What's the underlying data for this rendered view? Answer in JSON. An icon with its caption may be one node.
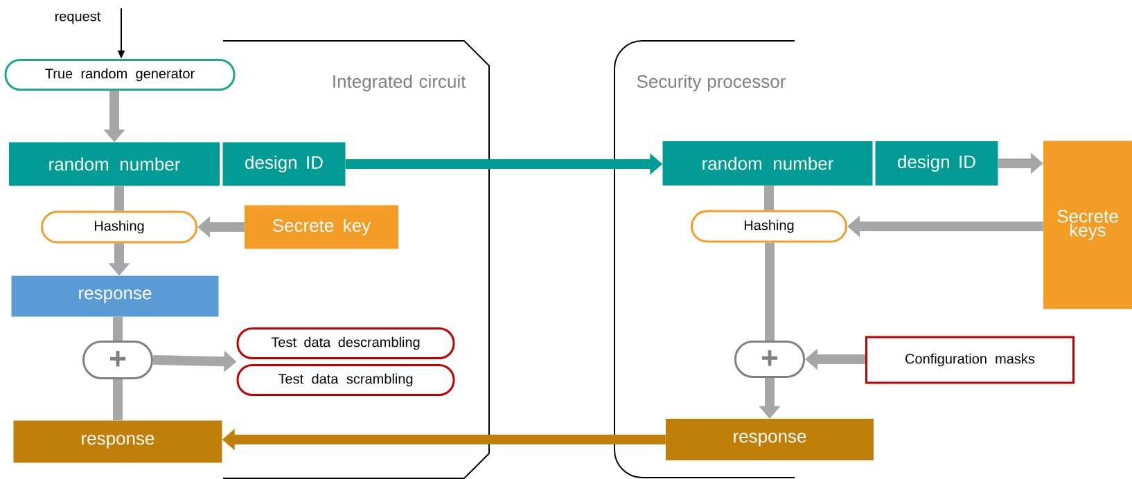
{
  "diagram": {
    "nodes": [
      {
        "text": [
          "Integrated circuit"
        ]
      },
      {
        "text": [
          "request"
        ]
      },
      {
        "text": [
          "True random generator"
        ]
      },
      {
        "text": [
          "random number"
        ]
      },
      {
        "text": [
          "design ID"
        ]
      },
      {
        "text": [
          "Hashing"
        ]
      },
      {
        "text": [
          "Secrete key"
        ]
      },
      {
        "text": [
          "response"
        ]
      },
      {
        "text": [
          "+"
        ]
      },
      {
        "text": [
          "Test data descrambling"
        ]
      },
      {
        "text": [
          "Test data scrambling"
        ]
      },
      {
        "text": [
          "response"
        ]
      },
      {
        "text": [
          "Security processor"
        ]
      },
      {
        "text": [
          "random number"
        ]
      },
      {
        "text": [
          "design ID"
        ]
      },
      {
        "text": [
          "Secrete keys"
        ]
      },
      {
        "text": [
          "Hashing"
        ]
      },
      {
        "text": [
          "+"
        ]
      },
      {
        "text": [
          "Configuration masks"
        ]
      },
      {
        "text": [
          "response"
        ]
      }
    ],
    "edges": [
      {
        "from": 1,
        "to": 2,
        "arrow": "to",
        "color": "#000000"
      },
      {
        "from": 2,
        "to": 3,
        "arrow": "to"
      },
      {
        "from": 3,
        "to": 5,
        "arrow": "none"
      },
      {
        "from": 5,
        "to": 7,
        "arrow": "to"
      },
      {
        "from": 6,
        "to": 5,
        "arrow": "to"
      },
      {
        "from": 7,
        "to": 8,
        "arrow": "none"
      },
      {
        "from": 8,
        "to": 9,
        "arrow": "to"
      },
      {
        "from": 8,
        "to": 10,
        "arrow": "to"
      },
      {
        "from": 8,
        "to": 11,
        "arrow": "none"
      },
      {
        "from": 4,
        "to": 13,
        "arrow": "to",
        "color": "#009b95"
      },
      {
        "from": 14,
        "to": 15,
        "arrow": "to"
      },
      {
        "from": 15,
        "to": 16,
        "arrow": "to"
      },
      {
        "from": 13,
        "to": 16,
        "arrow": "none"
      },
      {
        "from": 16,
        "to": 17,
        "arrow": "none"
      },
      {
        "from": 18,
        "to": 17,
        "arrow": "to"
      },
      {
        "from": 17,
        "to": 19,
        "arrow": "to"
      },
      {
        "from": 19,
        "to": 11,
        "arrow": "to",
        "color": "#c07f08"
      }
    ]
  }
}
